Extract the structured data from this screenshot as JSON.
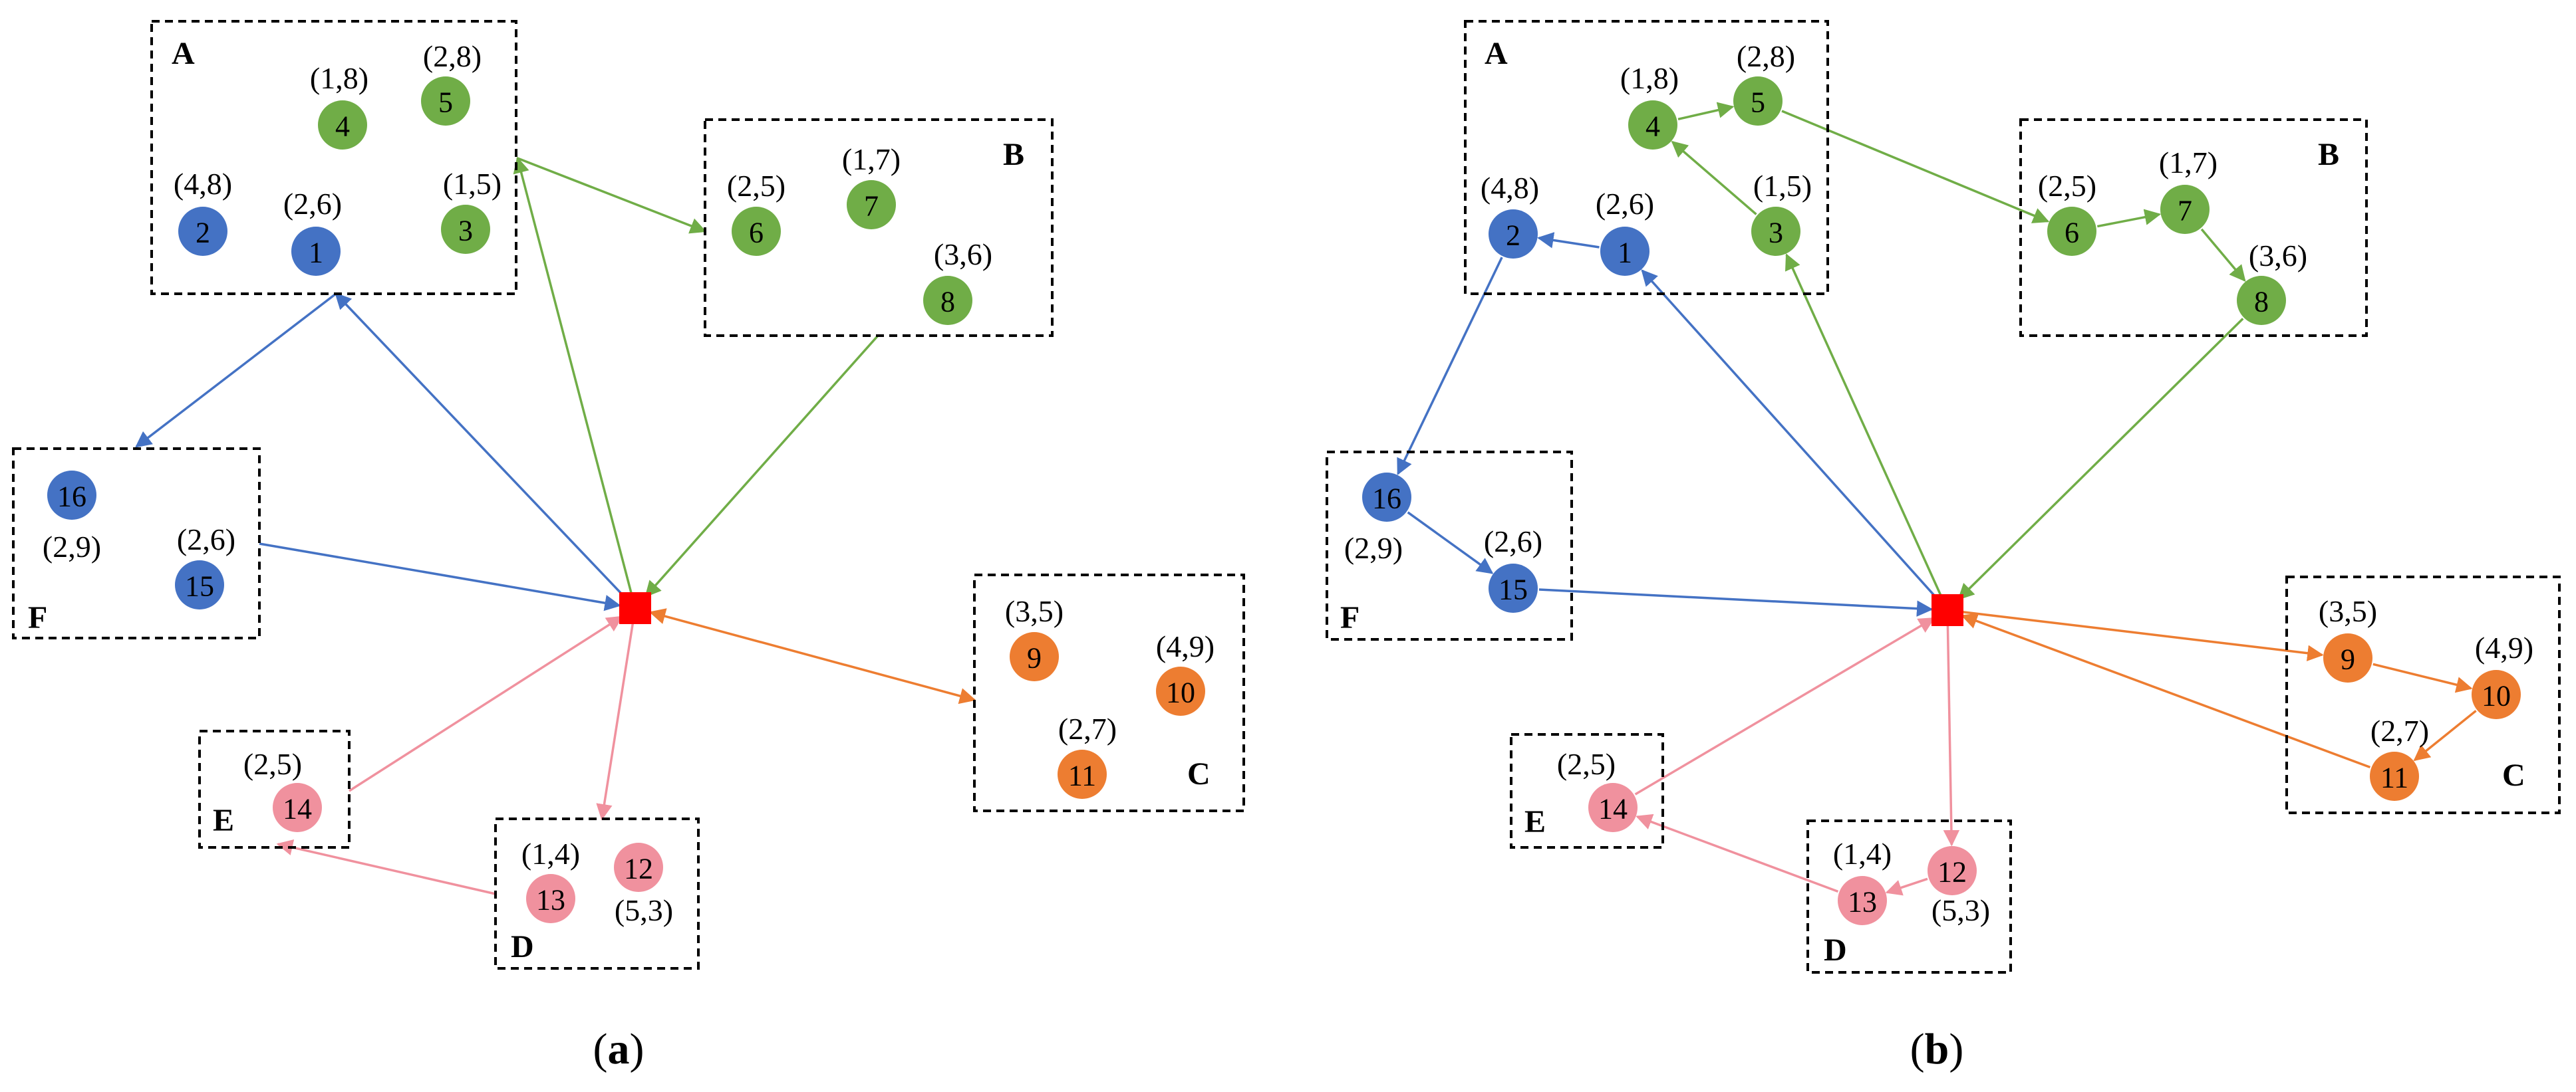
{
  "colors": {
    "blue": "#4472C4",
    "green": "#70AD47",
    "orange": "#ED7D31",
    "pink": "#F0919E",
    "depot": "#FF0000"
  },
  "depot_icon": "red-square",
  "panels": [
    {
      "id": "a",
      "caption_open": "(",
      "caption_letter": "a",
      "caption_close": ")",
      "zones": [
        "A",
        "B",
        "F",
        "C",
        "E",
        "D"
      ],
      "nodes": [
        {
          "id": "1",
          "color": "blue",
          "coord": "(2,6)"
        },
        {
          "id": "2",
          "color": "blue",
          "coord": "(4,8)"
        },
        {
          "id": "3",
          "color": "green",
          "coord": "(1,5)"
        },
        {
          "id": "4",
          "color": "green",
          "coord": "(1,8)"
        },
        {
          "id": "5",
          "color": "green",
          "coord": "(2,8)"
        },
        {
          "id": "6",
          "color": "green",
          "coord": "(2,5)"
        },
        {
          "id": "7",
          "color": "green",
          "coord": "(1,7)"
        },
        {
          "id": "8",
          "color": "green",
          "coord": "(3,6)"
        },
        {
          "id": "9",
          "color": "orange",
          "coord": "(3,5)"
        },
        {
          "id": "10",
          "color": "orange",
          "coord": "(4,9)"
        },
        {
          "id": "11",
          "color": "orange",
          "coord": "(2,7)"
        },
        {
          "id": "12",
          "color": "pink",
          "coord": "(5,3)"
        },
        {
          "id": "13",
          "color": "pink",
          "coord": "(1,4)"
        },
        {
          "id": "14",
          "color": "pink",
          "coord": "(2,5)"
        },
        {
          "id": "15",
          "color": "blue",
          "coord": "(2,6)"
        },
        {
          "id": "16",
          "color": "blue",
          "coord": "(2,9)"
        }
      ]
    },
    {
      "id": "b",
      "caption_open": "(",
      "caption_letter": "b",
      "caption_close": ")",
      "zones": [
        "A",
        "B",
        "F",
        "C",
        "E",
        "D"
      ],
      "nodes": [
        {
          "id": "1",
          "color": "blue",
          "coord": "(2,6)"
        },
        {
          "id": "2",
          "color": "blue",
          "coord": "(4,8)"
        },
        {
          "id": "3",
          "color": "green",
          "coord": "(1,5)"
        },
        {
          "id": "4",
          "color": "green",
          "coord": "(1,8)"
        },
        {
          "id": "5",
          "color": "green",
          "coord": "(2,8)"
        },
        {
          "id": "6",
          "color": "green",
          "coord": "(2,5)"
        },
        {
          "id": "7",
          "color": "green",
          "coord": "(1,7)"
        },
        {
          "id": "8",
          "color": "green",
          "coord": "(3,6)"
        },
        {
          "id": "9",
          "color": "orange",
          "coord": "(3,5)"
        },
        {
          "id": "10",
          "color": "orange",
          "coord": "(4,9)"
        },
        {
          "id": "11",
          "color": "orange",
          "coord": "(2,7)"
        },
        {
          "id": "12",
          "color": "pink",
          "coord": "(5,3)"
        },
        {
          "id": "13",
          "color": "pink",
          "coord": "(1,4)"
        },
        {
          "id": "14",
          "color": "pink",
          "coord": "(2,5)"
        },
        {
          "id": "15",
          "color": "blue",
          "coord": "(2,6)"
        },
        {
          "id": "16",
          "color": "blue",
          "coord": "(2,9)"
        }
      ]
    }
  ]
}
